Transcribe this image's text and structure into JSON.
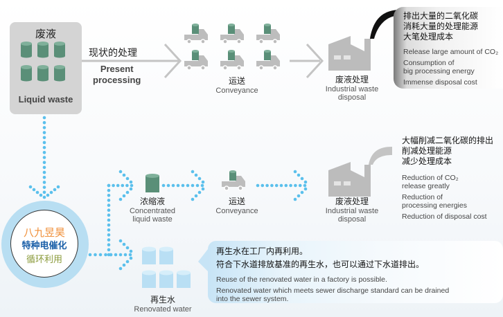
{
  "colors": {
    "barrel_green": "#5a8f78",
    "truck_gray": "#bdbdbd",
    "factory_gray": "#bcbcbc",
    "dot_blue": "#5bc0ec",
    "arrow_gray": "#c4c4c4",
    "renovated_blue": "#b9dff4",
    "circle_ring": "#b8def2",
    "brand_orange": "#f0903a",
    "brand_blue": "#1a5fa8",
    "brand_olive": "#8a9a3a"
  },
  "liquid_waste": {
    "title_cn": "废液",
    "title_en": "Liquid waste",
    "icon": "barrels-icon"
  },
  "present": {
    "label_cn": "现状的处理",
    "label_en_1": "Present",
    "label_en_2": "processing"
  },
  "top_conveyance": {
    "label_cn": "运送",
    "label_en": "Conveyance",
    "icon": "truck-icon"
  },
  "top_disposal": {
    "label_cn": "废液处理",
    "label_en_1": "Industrial waste",
    "label_en_2": "disposal",
    "icon": "factory-icon"
  },
  "top_effects": {
    "cn": [
      "排出大量的二氧化碳",
      "消耗大量的处理能源",
      "大笔处理成本"
    ],
    "en": [
      "Release large amount of CO₂",
      "Consumption of",
      "big processing energy",
      "Immense disposal cost"
    ]
  },
  "brand": {
    "line1": "八九昱昊",
    "line2": "特种电催化",
    "line3": "循环利用"
  },
  "concentrate": {
    "label_cn": "浓缩液",
    "label_en_1": "Concentrated",
    "label_en_2": "liquid waste"
  },
  "mid_conveyance": {
    "label_cn": "运送",
    "label_en": "Conveyance"
  },
  "mid_disposal": {
    "label_cn": "废液处理",
    "label_en_1": "Industrial waste",
    "label_en_2": "disposal"
  },
  "mid_effects": {
    "cn": [
      "大幅削减二氧化碳的排出",
      "削减处理能源",
      "减少处理成本"
    ],
    "en": [
      "Reduction of CO₂",
      "release greatly",
      "Reduction of",
      "processing energies",
      "Reduction of disposal cost"
    ]
  },
  "renovated": {
    "label_cn": "再生水",
    "label_en": "Renovated water"
  },
  "bubble": {
    "cn": [
      "再生水在工厂内再利用。",
      "符合下水道排放基准的再生水，也可以通过下水道排出。"
    ],
    "en": [
      "Reuse of the renovated water in a factory is possible.",
      "Renovated water which meets sewer discharge standard can be drained",
      "into the sewer system."
    ]
  }
}
